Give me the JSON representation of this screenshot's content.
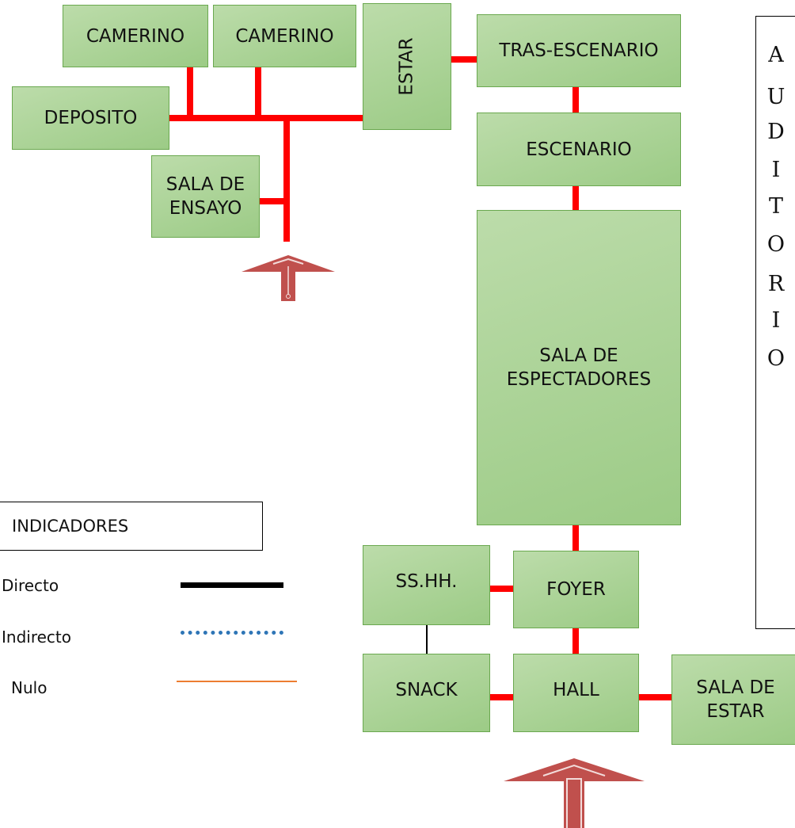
{
  "rooms": {
    "camerino_1": "CAMERINO",
    "camerino_2": "CAMERINO",
    "estar": "ESTAR",
    "tras_escenario": "TRAS-ESCENARIO",
    "deposito": "DEPOSITO",
    "escenario": "ESCENARIO",
    "sala_ensayo": "SALA DE\nENSAYO",
    "sala_espectadores": "SALA DE\nESPECTADORES",
    "sshh": "SS.HH.",
    "foyer": "FOYER",
    "snack": "SNACK",
    "hall": "HALL",
    "sala_estar": "SALA DE\nESTAR"
  },
  "side_title": [
    "A",
    "U",
    "D",
    "I",
    "T",
    "O",
    "R",
    "I",
    "O"
  ],
  "legend": {
    "title": "INDICADORES",
    "items": [
      {
        "label": "Directo",
        "color": "#000000",
        "style": "solid"
      },
      {
        "label": "Indirecto",
        "color": "#2e75b6",
        "style": "dotted"
      },
      {
        "label": "Nulo",
        "color": "#ed7d31",
        "style": "thin"
      }
    ]
  },
  "colors": {
    "connection": "#ff0000",
    "room_fill": "#a9d18e",
    "arrow": "#c0504d"
  }
}
